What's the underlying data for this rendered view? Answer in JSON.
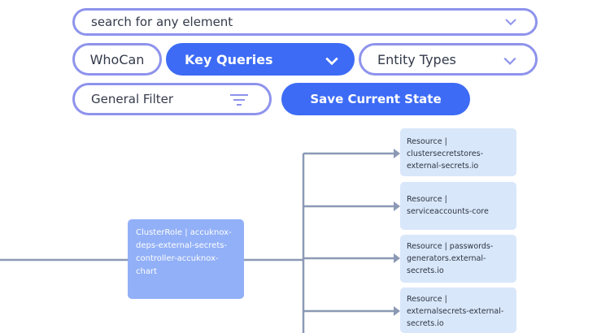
{
  "search": {
    "placeholder": "search for any element",
    "icon": "chevron-down-icon"
  },
  "filters": {
    "whocan_label": "WhoCan",
    "key_queries_label": "Key Queries",
    "entity_types_label": "Entity Types",
    "general_filter_label": "General Filter",
    "save_label": "Save Current State"
  },
  "colors": {
    "accent": "#3d6bf5",
    "pill_border": "#8e93ec",
    "cluster_node": "#92b0f7",
    "resource_node": "#d9e7fa",
    "edge": "#8b99b5"
  },
  "graph": {
    "cluster_node": {
      "text": "ClusterRole | accuknox-deps-external-secrets-controller-accuknox-chart"
    },
    "resources": [
      {
        "text": "Resource | clustersecretstores-external-secrets.io"
      },
      {
        "text": "Resource | serviceaccounts-core"
      },
      {
        "text": "Resource | passwords-generators.external-secrets.io"
      },
      {
        "text": "Resource | externalsecrets-external-secrets.io"
      }
    ]
  }
}
